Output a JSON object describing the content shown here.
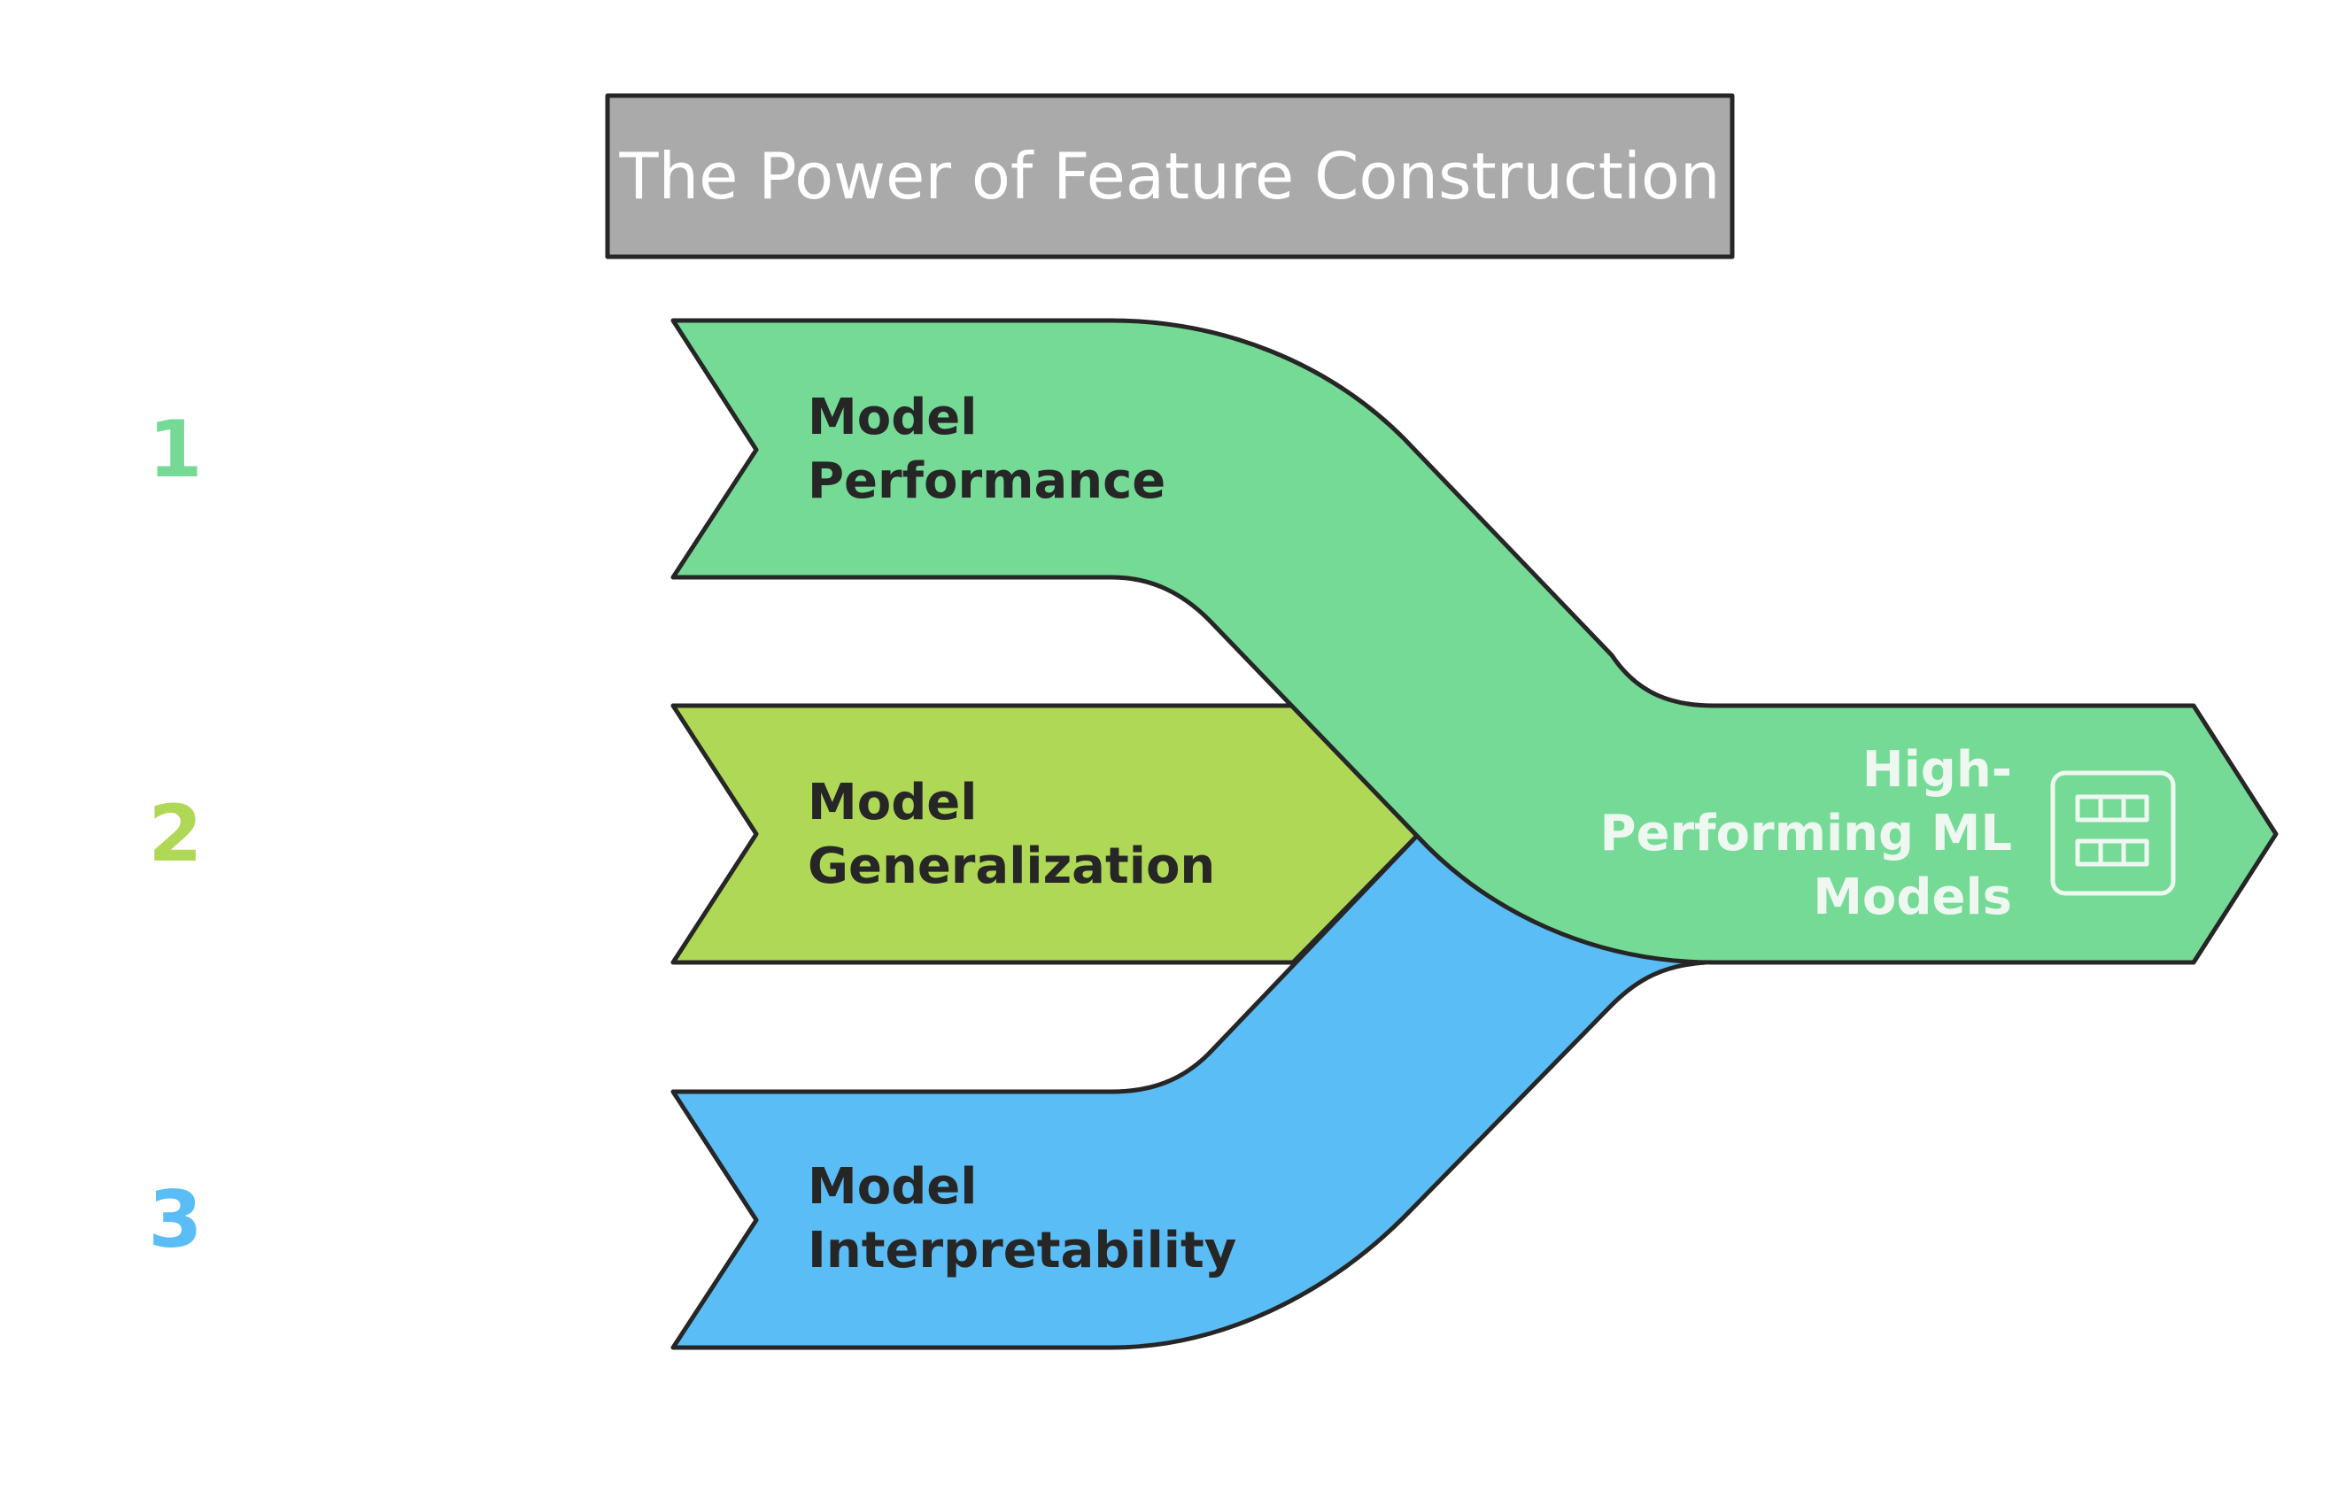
{
  "title": "The Power of Feature Construction",
  "colors": {
    "title_box": "#aaaaaa",
    "green": "#75da96",
    "lime": "#b0d857",
    "blue": "#5bbdf5",
    "outline": "#262626",
    "output_text": "#eef8f1"
  },
  "streams": [
    {
      "number": "1",
      "line1": "Model",
      "line2": "Performance",
      "color": "#75da96"
    },
    {
      "number": "2",
      "line1": "Model",
      "line2": "Generalization",
      "color": "#b0d857"
    },
    {
      "number": "3",
      "line1": "Model",
      "line2": "Interpretability",
      "color": "#5bbdf5"
    }
  ],
  "output": {
    "line1": "High-",
    "line2": "Performing ML",
    "line3": "Models",
    "icon": "table-grid-icon"
  }
}
